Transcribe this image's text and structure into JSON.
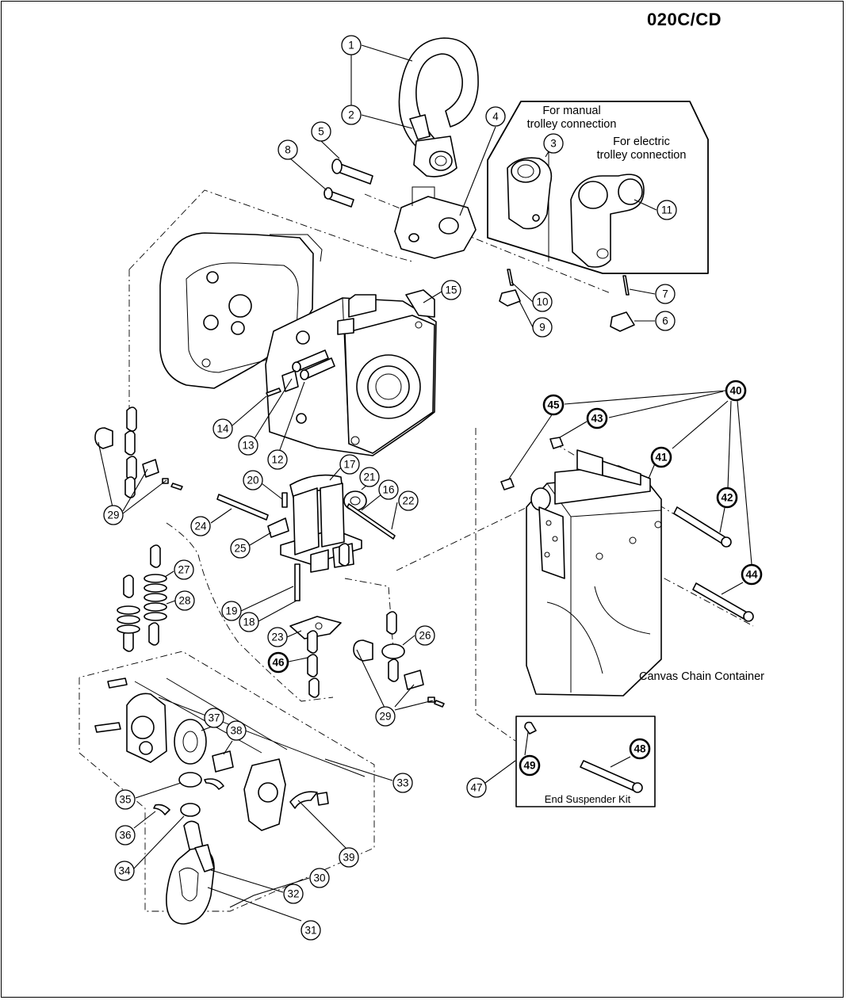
{
  "title": "020C/CD",
  "labels": {
    "manual_trolley": "For manual\ntrolley connection",
    "electric_trolley": "For electric\ntrolley connection",
    "canvas_container": "Canvas Chain Container",
    "end_suspender_kit": "End Suspender Kit"
  },
  "callouts": [
    {
      "num": "1",
      "bold": false
    },
    {
      "num": "2",
      "bold": false
    },
    {
      "num": "3",
      "bold": false
    },
    {
      "num": "4",
      "bold": false
    },
    {
      "num": "5",
      "bold": false
    },
    {
      "num": "6",
      "bold": false
    },
    {
      "num": "7",
      "bold": false
    },
    {
      "num": "8",
      "bold": false
    },
    {
      "num": "9",
      "bold": false
    },
    {
      "num": "10",
      "bold": false
    },
    {
      "num": "11",
      "bold": false
    },
    {
      "num": "12",
      "bold": false
    },
    {
      "num": "13",
      "bold": false
    },
    {
      "num": "14",
      "bold": false
    },
    {
      "num": "15",
      "bold": false
    },
    {
      "num": "16",
      "bold": false
    },
    {
      "num": "17",
      "bold": false
    },
    {
      "num": "18",
      "bold": false
    },
    {
      "num": "19",
      "bold": false
    },
    {
      "num": "20",
      "bold": false
    },
    {
      "num": "21",
      "bold": false
    },
    {
      "num": "22",
      "bold": false
    },
    {
      "num": "23",
      "bold": false
    },
    {
      "num": "24",
      "bold": false
    },
    {
      "num": "25",
      "bold": false
    },
    {
      "num": "26",
      "bold": false
    },
    {
      "num": "27",
      "bold": false
    },
    {
      "num": "28",
      "bold": false
    },
    {
      "num": "29",
      "bold": false
    },
    {
      "num": "29",
      "bold": false
    },
    {
      "num": "30",
      "bold": false
    },
    {
      "num": "31",
      "bold": false
    },
    {
      "num": "32",
      "bold": false
    },
    {
      "num": "33",
      "bold": false
    },
    {
      "num": "34",
      "bold": false
    },
    {
      "num": "35",
      "bold": false
    },
    {
      "num": "36",
      "bold": false
    },
    {
      "num": "37",
      "bold": false
    },
    {
      "num": "38",
      "bold": false
    },
    {
      "num": "39",
      "bold": false
    },
    {
      "num": "40",
      "bold": true
    },
    {
      "num": "41",
      "bold": true
    },
    {
      "num": "42",
      "bold": true
    },
    {
      "num": "43",
      "bold": true
    },
    {
      "num": "44",
      "bold": true
    },
    {
      "num": "45",
      "bold": true
    },
    {
      "num": "46",
      "bold": true
    },
    {
      "num": "47",
      "bold": false
    },
    {
      "num": "48",
      "bold": true
    },
    {
      "num": "49",
      "bold": true
    }
  ]
}
